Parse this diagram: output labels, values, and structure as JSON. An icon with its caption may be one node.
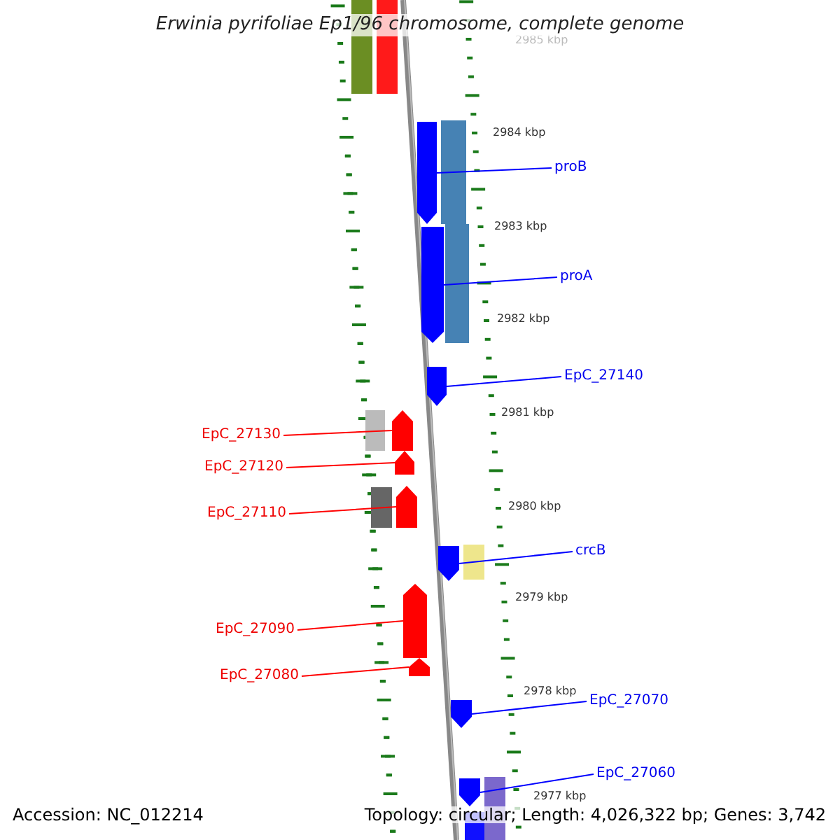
{
  "diagram": {
    "title": "Erwinia pyrifoliae Ep1/96 chromosome, complete genome",
    "nodes": [
      {
        "text": [
          "proB"
        ]
      },
      {
        "text": [],
        "shape": "bar"
      },
      {
        "text": [
          "proA"
        ]
      },
      {
        "text": [],
        "shape": "bar"
      },
      {
        "text": [
          "EpC_27140"
        ]
      },
      {
        "text": [],
        "shape": "bar"
      },
      {
        "text": [
          "EpC_27130"
        ]
      },
      {
        "text": [],
        "shape": "bar"
      },
      {
        "text": [
          "EpC_27120"
        ]
      },
      {
        "text": [],
        "shape": "bar"
      },
      {
        "text": [
          "EpC_27110"
        ]
      },
      {
        "text": [],
        "shape": "bar"
      },
      {
        "text": [
          "crcB"
        ]
      },
      {
        "text": [],
        "shape": "bar"
      },
      {
        "text": [
          "EpC_27090"
        ]
      },
      {
        "text": [],
        "shape": "bar"
      },
      {
        "text": [
          "EpC_27080"
        ]
      },
      {
        "text": [],
        "shape": "bar"
      },
      {
        "text": [
          "EpC_27070"
        ]
      },
      {
        "text": [],
        "shape": "bar"
      },
      {
        "text": [
          "EpC_27060"
        ]
      },
      {
        "text": [],
        "shape": "bar"
      }
    ],
    "edges": [
      {
        "from": 0,
        "to": 1,
        "arrow": "none"
      },
      {
        "from": 2,
        "to": 3,
        "arrow": "none"
      },
      {
        "from": 4,
        "to": 5,
        "arrow": "none"
      },
      {
        "from": 6,
        "to": 7,
        "arrow": "none",
        "color": "#ff0000"
      },
      {
        "from": 8,
        "to": 9,
        "arrow": "none",
        "color": "#ff0000"
      },
      {
        "from": 10,
        "to": 11,
        "arrow": "none",
        "color": "#ff0000"
      },
      {
        "from": 12,
        "to": 13,
        "arrow": "none"
      },
      {
        "from": 14,
        "to": 15,
        "arrow": "none",
        "color": "#ff0000"
      },
      {
        "from": 16,
        "to": 17,
        "arrow": "none",
        "color": "#ff0000"
      },
      {
        "from": 18,
        "to": 19,
        "arrow": "none"
      },
      {
        "from": 20,
        "to": 21,
        "arrow": "none"
      }
    ],
    "labels": [
      "2985 kbp",
      "2984 kbp",
      "2983 kbp",
      "2982 kbp",
      "2981 kbp",
      "2980 kbp",
      "2979 kbp",
      "2978 kbp",
      "2977 kbp",
      "Accession: NC_012214",
      "Topology: circular; Length: 4,026,322 bp; Genes: 3,742"
    ]
  }
}
